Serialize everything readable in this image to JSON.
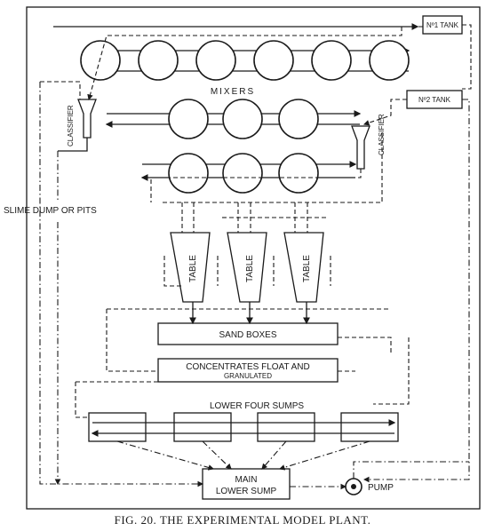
{
  "labels": {
    "tank1": "Nº1 TANK",
    "tank2": "Nº2 TANK",
    "mixers": "MIXERS",
    "classifier_left": "CLASSIFIER",
    "classifier_right": "CLASSIFIER",
    "slime_dump": "SLIME DUMP OR PITS",
    "tables": [
      "TABLE",
      "TABLE",
      "TABLE"
    ],
    "sand_boxes": "SAND BOXES",
    "concentrates_line1": "CONCENTRATES FLOAT AND",
    "concentrates_line2": "GRANULATED",
    "lower_four_sumps": "LOWER FOUR SUMPS",
    "main_sump_line1": "MAIN",
    "main_sump_line2": "LOWER SUMP",
    "pump": "PUMP"
  },
  "caption": "FIG. 20.   THE EXPERIMENTAL MODEL PLANT."
}
